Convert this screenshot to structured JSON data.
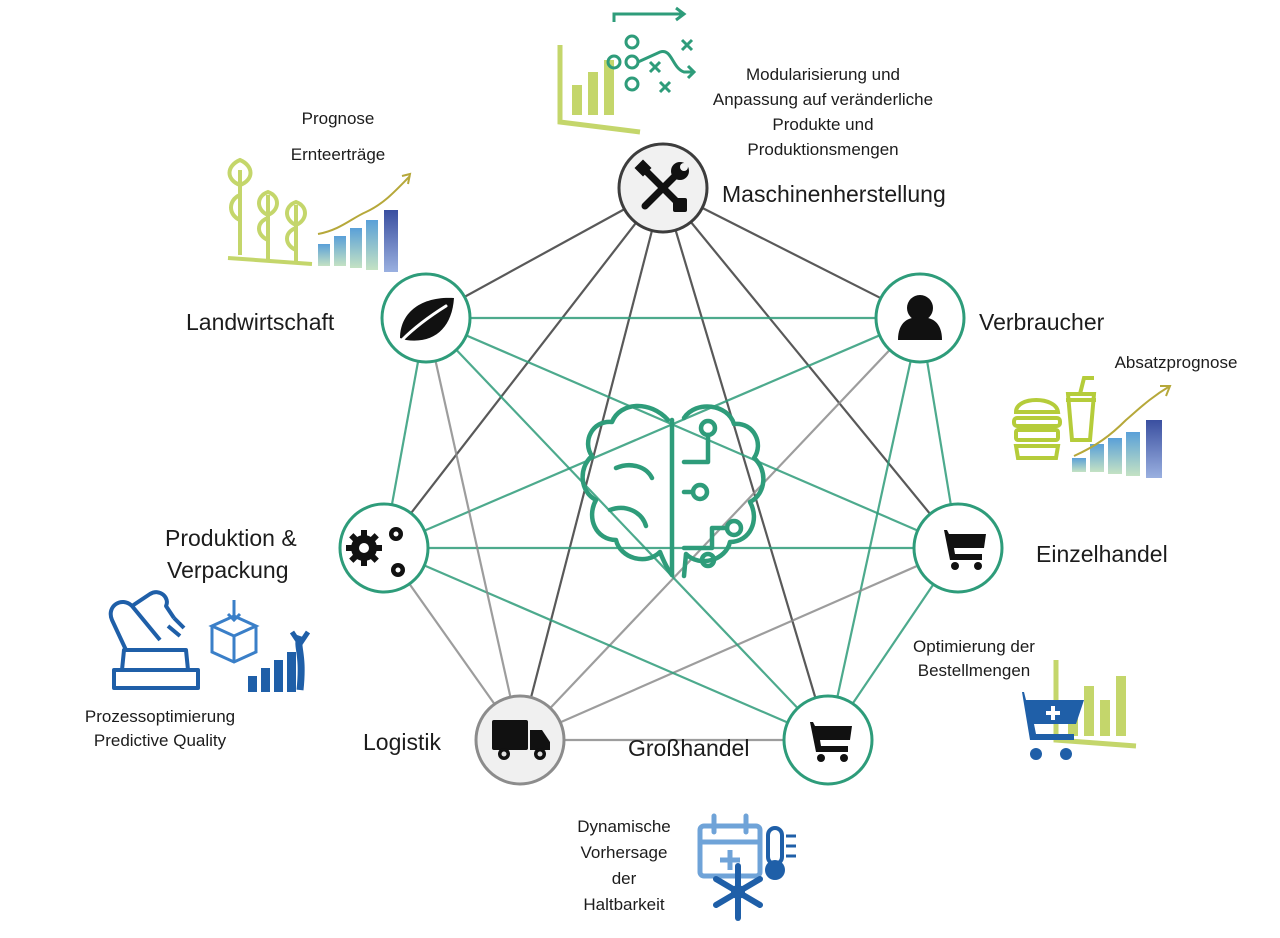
{
  "diagram": {
    "center_icon": "brain-circuit-icon",
    "nodes": [
      {
        "id": "maschinenherstellung",
        "label": "Maschinenherstellung",
        "icon": "tools-icon",
        "ring_color": "#3d3d3d"
      },
      {
        "id": "verbraucher",
        "label": "Verbraucher",
        "icon": "person-icon",
        "ring_color": "#2e9c7a"
      },
      {
        "id": "einzelhandel",
        "label": "Einzelhandel",
        "icon": "cart-icon",
        "ring_color": "#2e9c7a"
      },
      {
        "id": "grosshandel",
        "label": "Großhandel",
        "icon": "cart-icon",
        "ring_color": "#2e9c7a"
      },
      {
        "id": "logistik",
        "label": "Logistik",
        "icon": "truck-icon",
        "ring_color": "#8c8c8c"
      },
      {
        "id": "produktion",
        "label_lines": [
          "Produktion &",
          "Verpackung"
        ],
        "icon": "gears-icon",
        "ring_color": "#2e9c7a"
      },
      {
        "id": "landwirtschaft",
        "label": "Landwirtschaft",
        "icon": "leaf-icon",
        "ring_color": "#2e9c7a"
      }
    ],
    "annotations": {
      "maschinenherstellung": [
        "Modularisierung  und",
        "Anpassung auf veränderliche",
        "Produkte und",
        "Produktionsmengen"
      ],
      "landwirtschaft": [
        "Prognose",
        "Ernteerträge"
      ],
      "verbraucher": [
        "Absatzprognose"
      ],
      "einzelhandel": [
        "Optimierung der",
        "Bestellmengen"
      ],
      "produktion": [
        "Prozessoptimierung",
        "Predictive Quality"
      ],
      "logistik": [
        "Dynamische",
        "Vorhersage",
        "der",
        "Haltbarkeit"
      ]
    },
    "colors": {
      "green": "#2e9c7a",
      "gray": "#8c8c8c",
      "dark": "#3d3d3d",
      "lime": "#c4d66b",
      "blue": "#1f5fa8"
    }
  }
}
